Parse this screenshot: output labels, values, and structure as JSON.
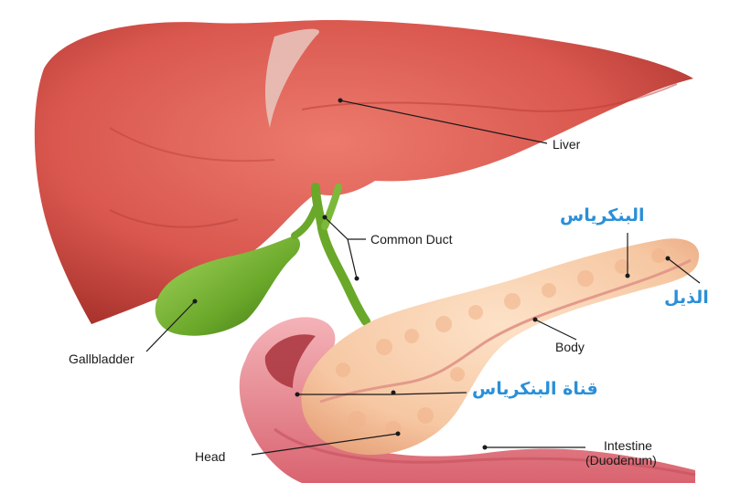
{
  "labels": {
    "liver": "Liver",
    "common_duct": "Common Duct",
    "gallbladder": "Gallbladder",
    "body": "Body",
    "head": "Head",
    "intestine_line1": "Intestine",
    "intestine_line2": "(Duodenum)"
  },
  "arabic_labels": {
    "pancreas": "البنكرياس",
    "tail": "الذيل",
    "pancreatic_duct": "قناة البنكرياس"
  },
  "colors": {
    "liver": "#d9574e",
    "gallbladder": "#6aa82a",
    "pancreas": "#f6c7a2",
    "duodenum": "#e58a92",
    "arabic_text": "#2a8fd8"
  }
}
